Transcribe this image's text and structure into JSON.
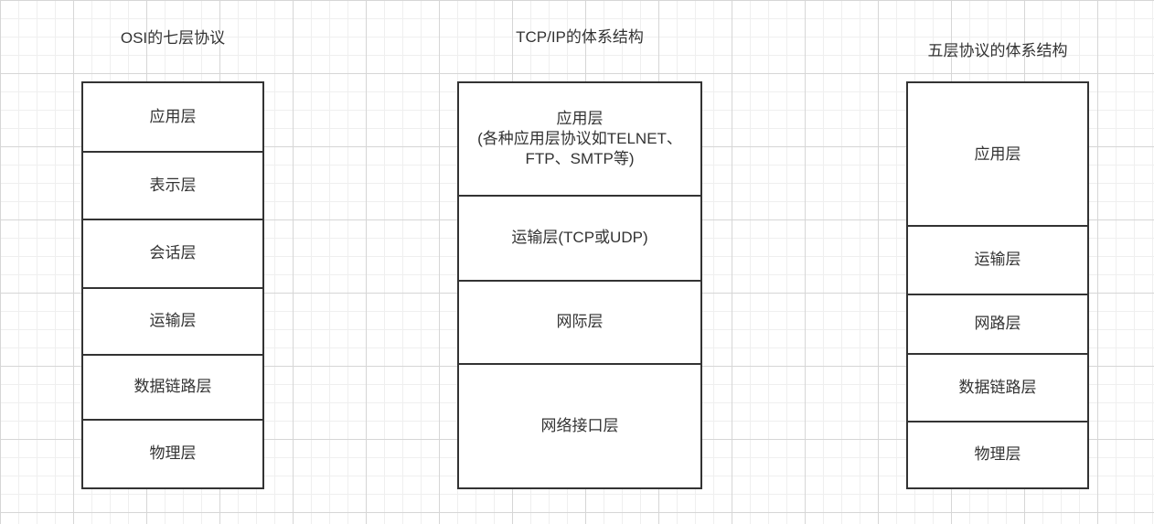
{
  "diagrams": [
    {
      "title": "OSI的七层协议",
      "layers": [
        "应用层",
        "表示层",
        "会话层",
        "运输层",
        "数据链路层",
        "物理层"
      ]
    },
    {
      "title": "TCP/IP的体系结构",
      "layers": [
        "应用层\n(各种应用层协议如TELNET、\nFTP、SMTP等)",
        "运输层(TCP或UDP)",
        "网际层",
        "网络接口层"
      ]
    },
    {
      "title": "五层协议的体系结构",
      "layers": [
        "应用层",
        "运输层",
        "网路层",
        "数据链路层",
        "物理层"
      ]
    }
  ]
}
